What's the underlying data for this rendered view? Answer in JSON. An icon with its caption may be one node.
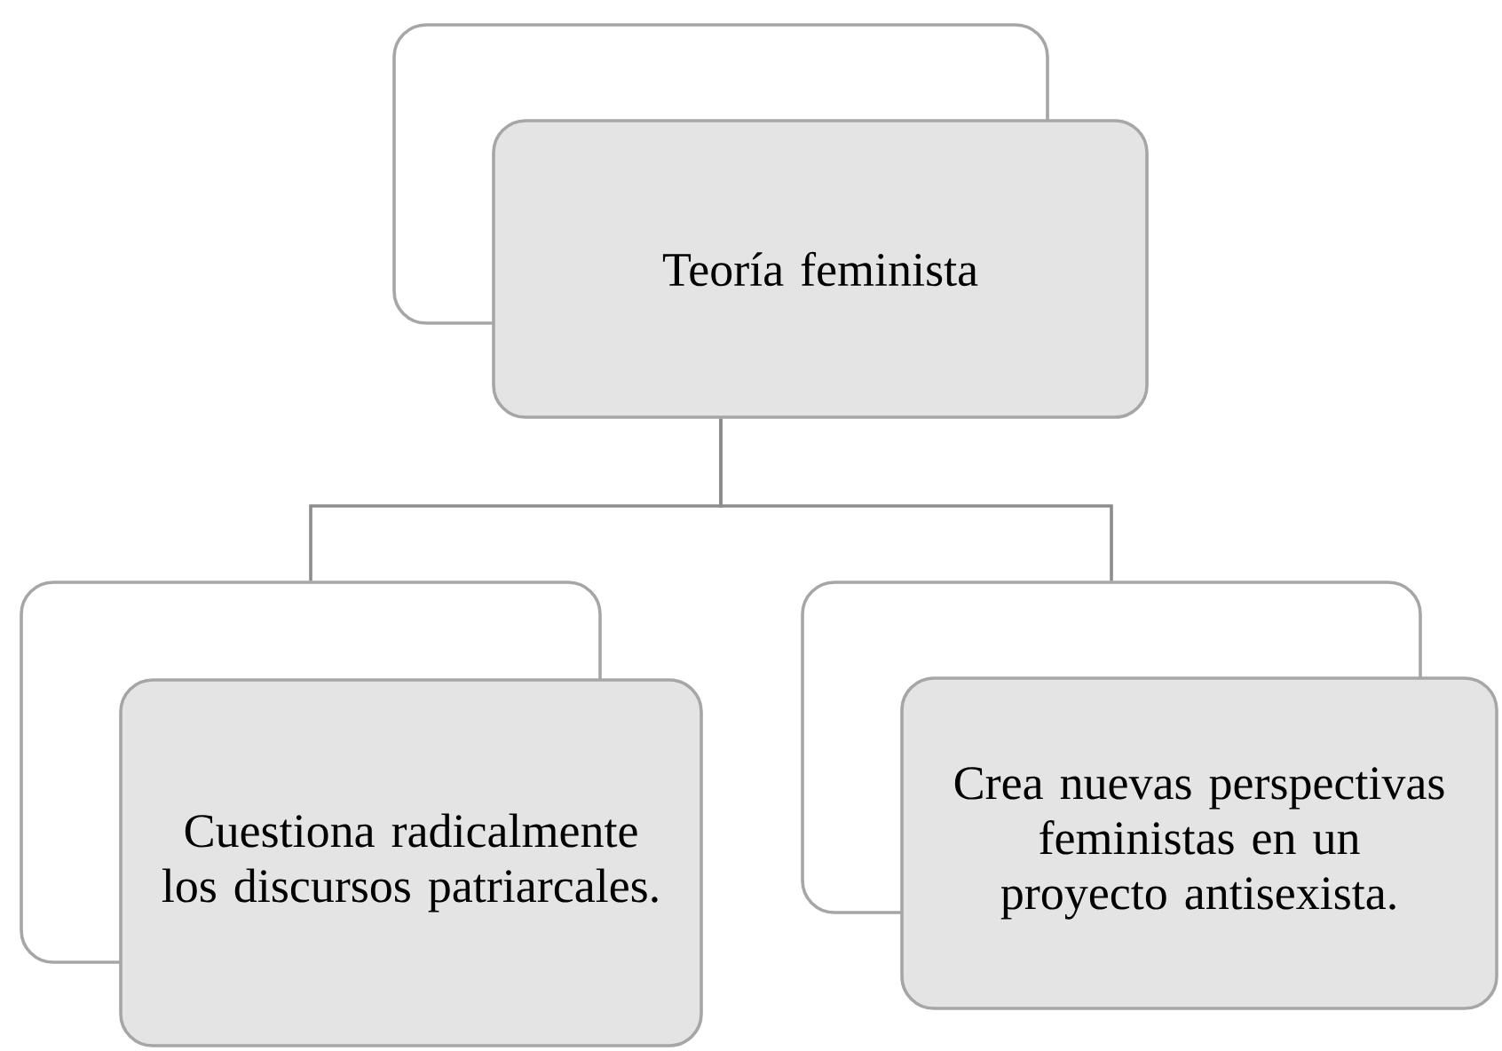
{
  "diagram": {
    "nodes": [
      {
        "text": [],
        "shape": "box"
      },
      {
        "text": [
          "Teoría feminista"
        ]
      },
      {
        "text": [],
        "shape": "box"
      },
      {
        "text": [
          "Cuestiona radicalmente los discursos patriarcales."
        ]
      },
      {
        "text": [],
        "shape": "box"
      },
      {
        "text": [
          "Crea nuevas perspectivas feministas en un proyecto antisexista."
        ]
      }
    ],
    "edges": [
      {
        "from": 1,
        "to": 2,
        "arrow": "none"
      },
      {
        "from": 1,
        "to": 4,
        "arrow": "none"
      }
    ]
  }
}
